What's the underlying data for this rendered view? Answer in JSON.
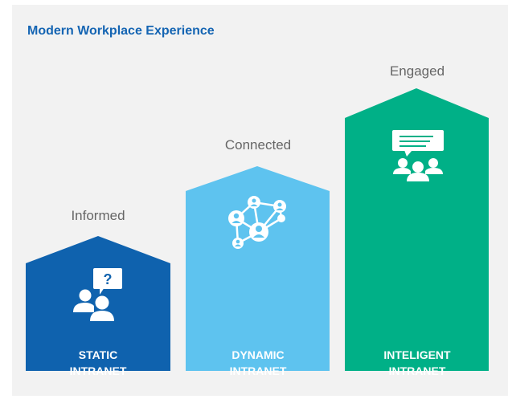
{
  "title": "Modern Workplace Experience",
  "stages": [
    {
      "label": "Informed",
      "name_line1": "STATIC",
      "name_line2": "INTRANET",
      "color": "#0f62ae",
      "icon": "question-people-icon"
    },
    {
      "label": "Connected",
      "name_line1": "DYNAMIC",
      "name_line2": "INTRANET",
      "color": "#5ec3ef",
      "icon": "network-people-icon"
    },
    {
      "label": "Engaged",
      "name_line1": "INTELIGENT",
      "name_line2": "INTRANET",
      "color": "#00b087",
      "icon": "group-chat-icon"
    }
  ]
}
